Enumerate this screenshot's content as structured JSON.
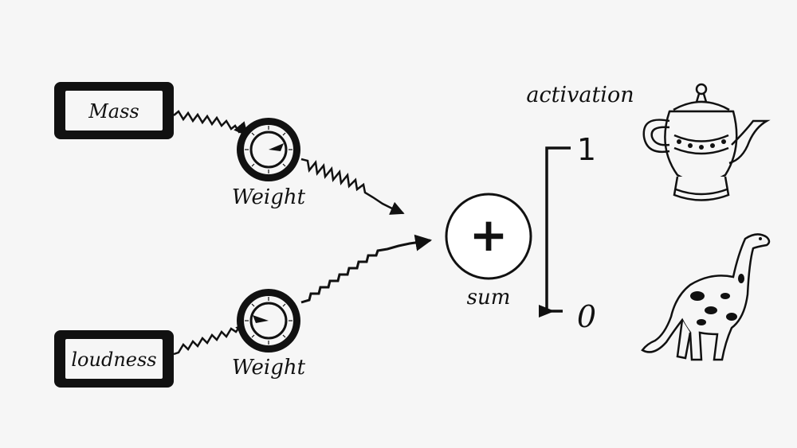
{
  "inputs": [
    {
      "label": "Mass"
    },
    {
      "label": "loudness"
    }
  ],
  "weight_label": "Weight",
  "weights": [
    {
      "label": "Weight",
      "dial_angle_deg": -30
    },
    {
      "label": "Weight",
      "dial_angle_deg": 200
    }
  ],
  "sum": {
    "symbol": "+",
    "label": "sum"
  },
  "activation": {
    "title": "activation",
    "high_label": "1",
    "low_label": "0"
  },
  "outcomes": [
    {
      "name": "teapot",
      "icon": "teapot-icon"
    },
    {
      "name": "dinosaur",
      "icon": "dinosaur-icon"
    }
  ]
}
